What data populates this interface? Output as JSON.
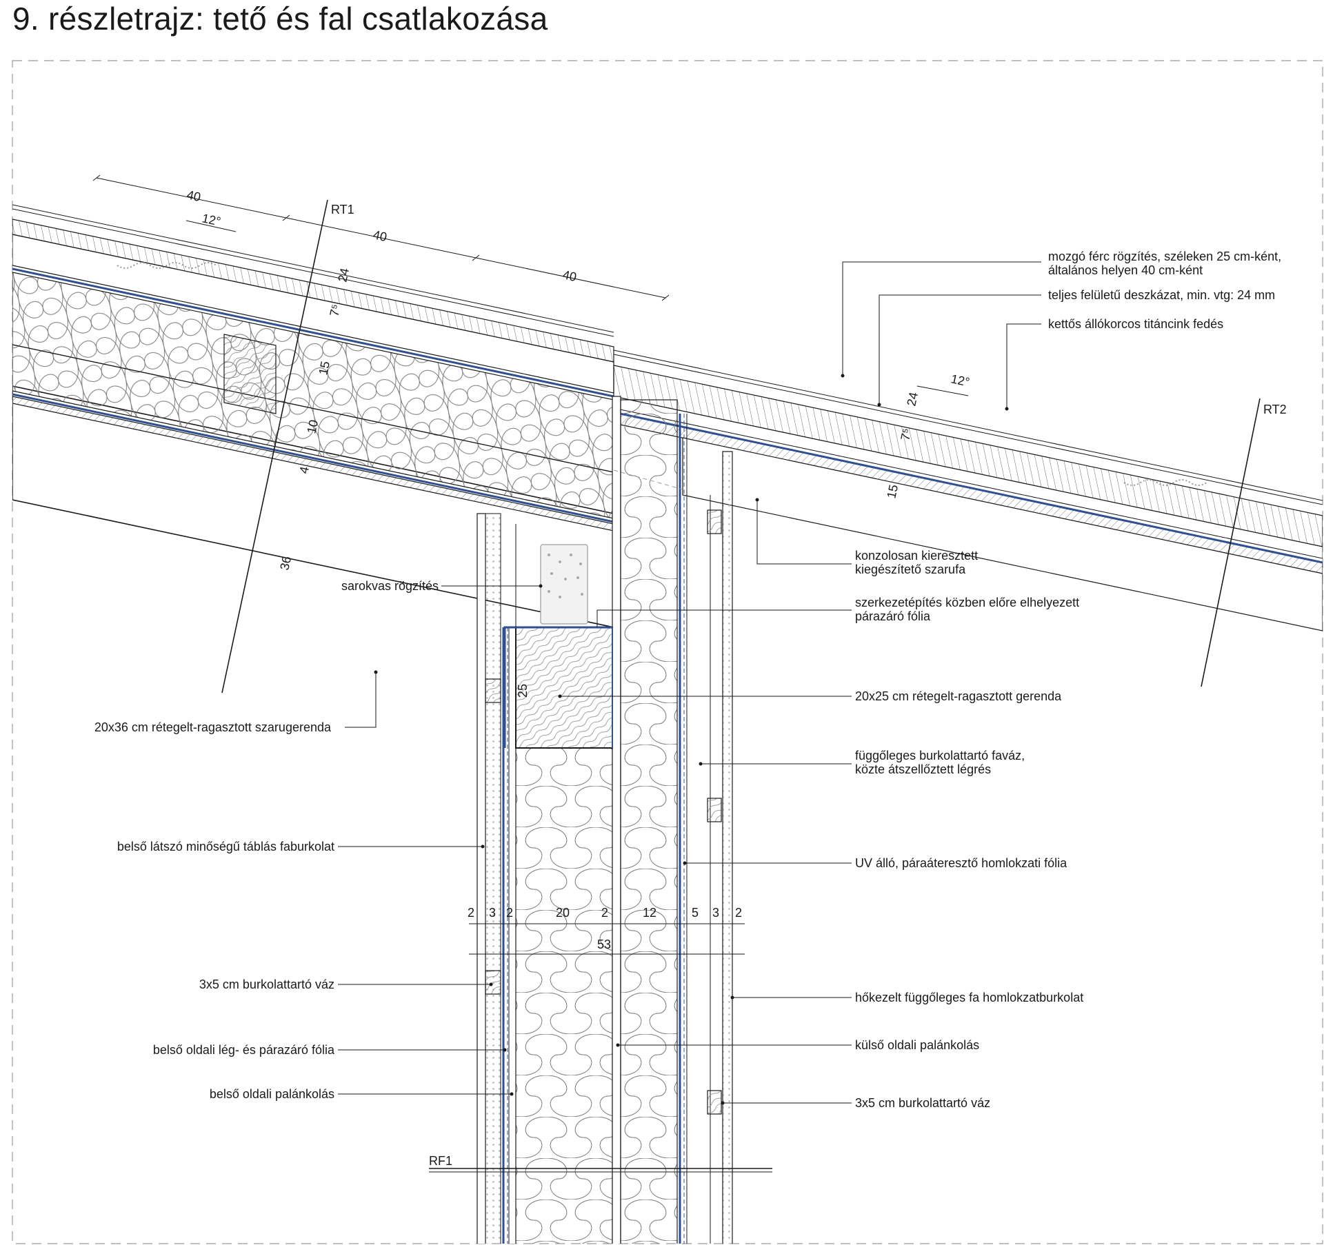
{
  "title": "9. részletrajz: tető és fal csatlakozása",
  "axes": {
    "rt1": "RT1",
    "rt2": "RT2",
    "rf1": "RF1"
  },
  "roof_dims": {
    "d40a": "40",
    "d40b": "40",
    "d40c": "40",
    "slope1": "12°",
    "slope2": "12°"
  },
  "layer_dims": {
    "l24a": "24",
    "l7a": "7⁵",
    "l15a": "15",
    "l10": "10",
    "l4": "4",
    "l36": "36",
    "l24b": "24",
    "l7b": "7⁵",
    "l15b": "15",
    "l25": "25"
  },
  "wall_dims": {
    "w1": "2",
    "w2": "3",
    "w3": "2",
    "w4": "20",
    "w5": "2",
    "w6": "12",
    "w7": "5",
    "w8": "3",
    "w9": "2",
    "total": "53"
  },
  "labels_right": {
    "ferc_1": "mozgó férc rögzítés, széleken 25 cm-ként,",
    "ferc_2": "általános helyen 40 cm-ként",
    "deszka": "teljes felületű deszkázat, min. vtg: 24 mm",
    "fedes": "kettős állókorcos titáncink fedés",
    "konzol_1": "konzolosan kieresztett",
    "konzol_2": "kiegészítető szarufa",
    "para_1": "szerkezetépítés közben előre elhelyezett",
    "para_2": "párazáró fólia",
    "gerenda": "20x25 cm rétegelt-ragasztott gerenda",
    "favaz_1": "függőleges burkolattartó faváz,",
    "favaz_2": "közte átszellőztett légrés",
    "uv": "UV álló, páraáteresztő homlokzati fólia",
    "hokezelt": "hőkezelt függőleges fa homlokzatburkolat",
    "kulso": "külső oldali palánkolás",
    "vaz_r": "3x5 cm burkolattartó váz"
  },
  "labels_left": {
    "sarokvas": "sarokvas rögzítés",
    "szaru": "20x36 cm rétegelt-ragasztott szarugerenda",
    "faburk": "belső látszó minőségű táblás faburkolat",
    "vaz_l": "3x5 cm burkolattartó váz",
    "leg": "belső oldali lég- és párazáró fólia",
    "belso": "belső oldali palánkolás"
  },
  "colors": {
    "line": "#1a1a1a",
    "foil": "#2f4f8f",
    "hatch": "#6a6a6a",
    "frame": "#9a9a9a"
  }
}
